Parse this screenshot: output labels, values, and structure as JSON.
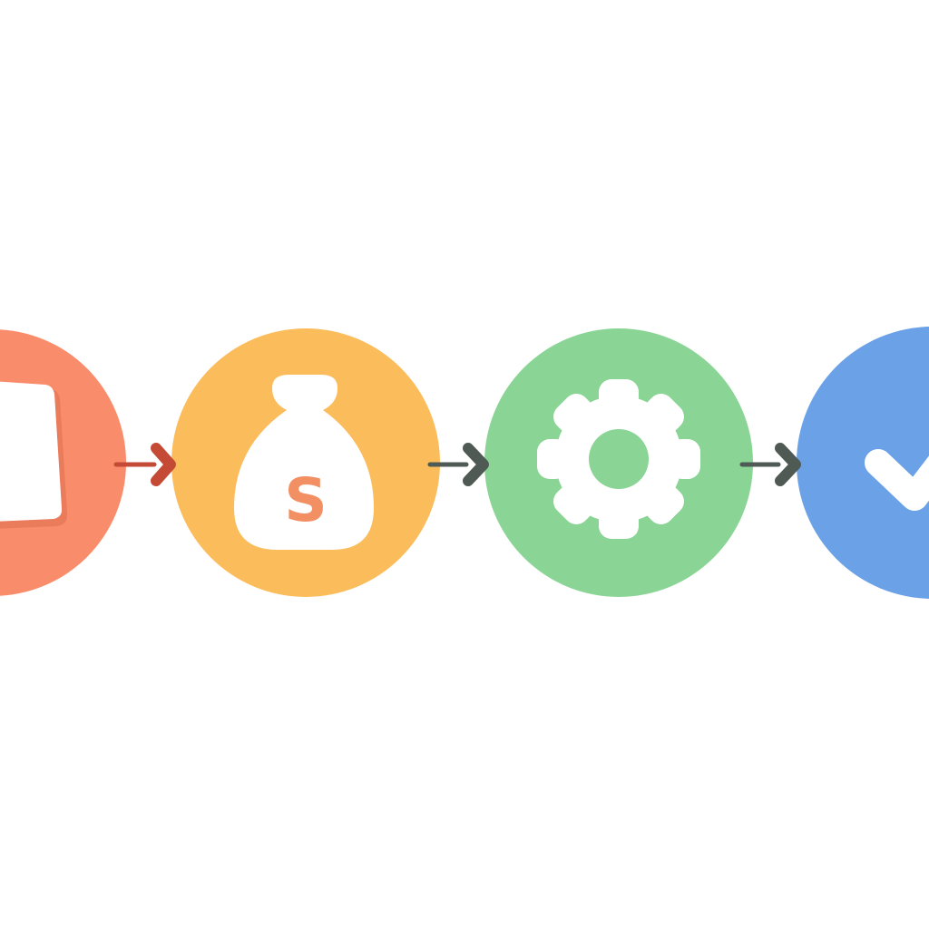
{
  "diagram": {
    "background": "#ffffff",
    "steps": [
      {
        "id": "step-1",
        "icon": "card-icon",
        "color": "#f98c6b"
      },
      {
        "id": "step-2",
        "icon": "money-bag-icon",
        "color": "#fbbd5c",
        "icon_text": "S",
        "icon_text_color": "#f28f63"
      },
      {
        "id": "step-3",
        "icon": "gear-icon",
        "color": "#8ad595"
      },
      {
        "id": "step-4",
        "icon": "checkmark-icon",
        "color": "#6aa1e7"
      }
    ],
    "arrows": [
      {
        "from": "step-1",
        "to": "step-2",
        "color": "#c44a35"
      },
      {
        "from": "step-2",
        "to": "step-3",
        "color": "#4f5a55"
      },
      {
        "from": "step-3",
        "to": "step-4",
        "color": "#4f5a55"
      }
    ]
  }
}
